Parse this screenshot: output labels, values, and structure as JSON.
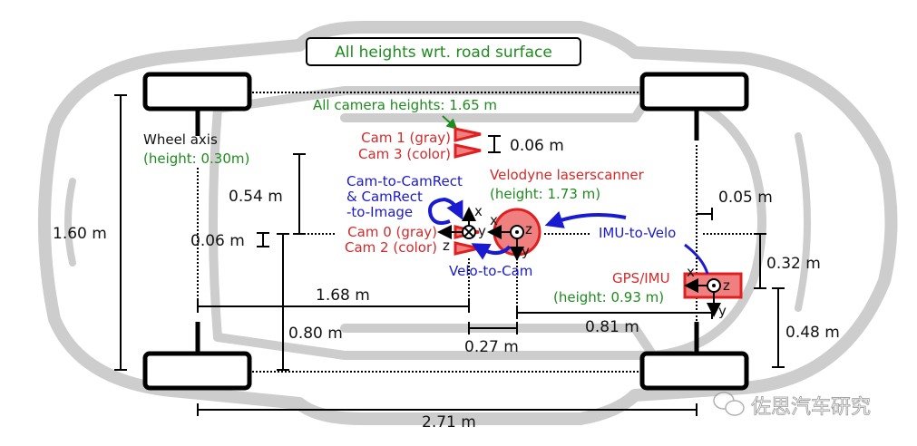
{
  "title_box": "All heights wrt. road surface",
  "labels": {
    "wheel_axis": "Wheel axis",
    "wheel_axis_height": "(height: 0.30m)",
    "camera_heights": "All camera heights: 1.65 m",
    "cam1": "Cam 1 (gray)",
    "cam3": "Cam 3 (color)",
    "cam0": "Cam 0 (gray)",
    "cam2": "Cam 2 (color)",
    "velodyne": "Velodyne laserscanner",
    "velodyne_height": "(height: 1.73 m)",
    "gps_imu": "GPS/IMU",
    "gps_imu_height": "(height: 0.93 m)",
    "cam_to_camrect_1": "Cam-to-CamRect",
    "cam_to_camrect_2": "& CamRect",
    "cam_to_camrect_3": "-to-Image",
    "velo_to_cam": "Velo-to-Cam",
    "imu_to_velo": "IMU-to-Velo"
  },
  "axes": {
    "x": "x",
    "y": "y",
    "z": "z"
  },
  "dimensions": {
    "d160": "1.60 m",
    "d054": "0.54 m",
    "d006_left": "0.06 m",
    "d006_cam": "0.06 m",
    "d005": "0.05 m",
    "d032": "0.32 m",
    "d048": "0.48 m",
    "d168": "1.68 m",
    "d081": "0.81 m",
    "d027": "0.27 m",
    "d080": "0.80 m",
    "d271": "2.71 m"
  },
  "watermark": "佐思汽车研究",
  "colors": {
    "sensor_fill": "#f08080",
    "sensor_stroke": "#e02020",
    "transform": "#1a1ad0",
    "height": "#1e8c1e"
  }
}
